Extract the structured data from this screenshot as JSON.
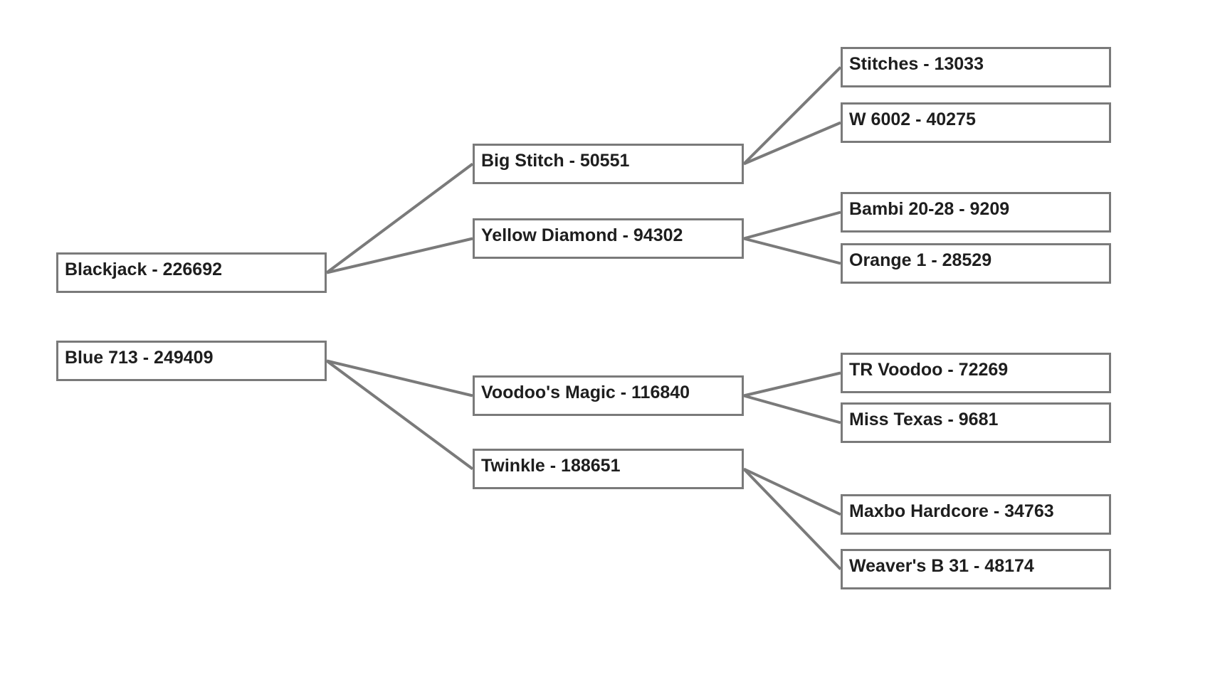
{
  "nodes": {
    "blackjack": "Blackjack - 226692",
    "blue713": "Blue 713 - 249409",
    "bigstitch": "Big Stitch - 50551",
    "yellowdiamond": "Yellow Diamond - 94302",
    "voodoosmagic": "Voodoo's Magic - 116840",
    "twinkle": "Twinkle - 188651",
    "stitches": "Stitches - 13033",
    "w6002": "W 6002 - 40275",
    "bambi": "Bambi 20-28 - 9209",
    "orange1": "Orange 1 - 28529",
    "trvoodoo": "TR Voodoo - 72269",
    "misstexas": "Miss Texas - 9681",
    "maxbo": "Maxbo Hardcore - 34763",
    "weaversb31": "Weaver's B 31 - 48174"
  },
  "edges": [
    [
      "blackjack",
      "bigstitch"
    ],
    [
      "blackjack",
      "yellowdiamond"
    ],
    [
      "blue713",
      "voodoosmagic"
    ],
    [
      "blue713",
      "twinkle"
    ],
    [
      "bigstitch",
      "stitches"
    ],
    [
      "bigstitch",
      "w6002"
    ],
    [
      "yellowdiamond",
      "bambi"
    ],
    [
      "yellowdiamond",
      "orange1"
    ],
    [
      "voodoosmagic",
      "trvoodoo"
    ],
    [
      "voodoosmagic",
      "misstexas"
    ],
    [
      "twinkle",
      "maxbo"
    ],
    [
      "twinkle",
      "weaversb31"
    ]
  ],
  "colors": {
    "border": "#7a7a7a",
    "connector": "#7a7a7a",
    "text": "#1e1e1e",
    "background": "#ffffff"
  }
}
